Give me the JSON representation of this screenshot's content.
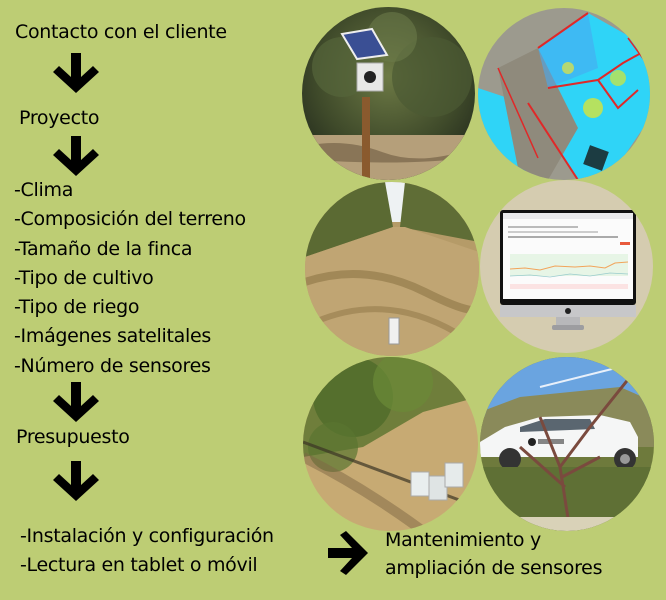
{
  "colors": {
    "background": "#bdcd74",
    "text": "#000000",
    "monitor_circle_bg": "#d5ccb0"
  },
  "steps": {
    "contact": "Contacto con el cliente",
    "project": "Proyecto",
    "project_items": [
      "-Clima",
      "-Composición del terreno",
      "-Tamaño de la finca",
      "-Tipo de cultivo",
      "-Tipo de riego",
      "-Imágenes satelitales",
      "-Número de sensores"
    ],
    "budget": "Presupuesto",
    "installation_items": [
      "-Instalación y configuración",
      "-Lectura en tablet o móvil"
    ],
    "maintenance_line1": "Mantenimiento y",
    "maintenance_line2": "ampliación de sensores"
  },
  "icons": {
    "arrow_down": "arrow-down-icon",
    "arrow_right": "arrow-right-icon"
  },
  "photos": [
    {
      "name": "solar-sensor-olive-grove-photo"
    },
    {
      "name": "satellite-ndvi-map-photo"
    },
    {
      "name": "dry-grass-orchard-sensor-photo"
    },
    {
      "name": "dashboard-monitor-photo"
    },
    {
      "name": "soil-sensors-under-tree-photo"
    },
    {
      "name": "company-car-field-photo"
    }
  ]
}
